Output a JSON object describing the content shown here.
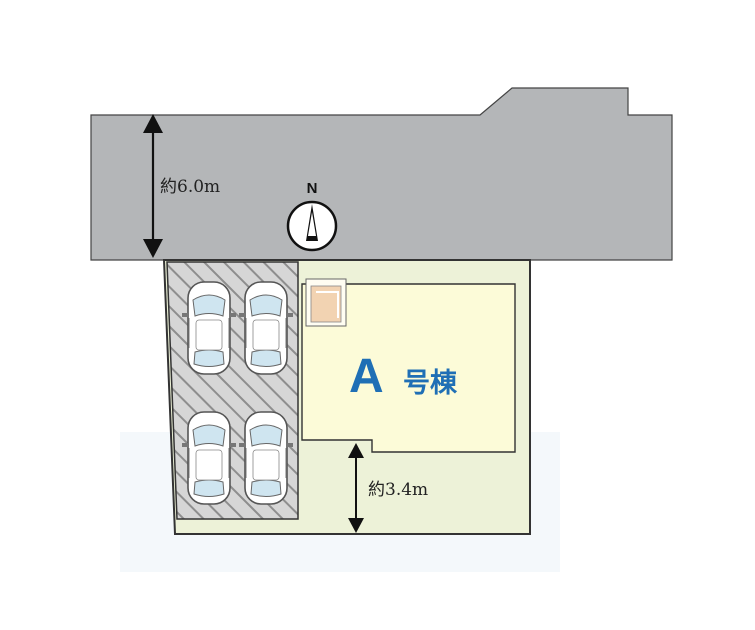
{
  "labels": {
    "road_width": "約6.0m",
    "north": "N",
    "building_letter": "A",
    "building_suffix": "号棟",
    "setback": "約3.4m"
  },
  "colors": {
    "road": "#b4b6b8",
    "lot": "#edf2d8",
    "building": "#fcfbd8",
    "hatch": "#9a9a9a",
    "label_blue": "#1f6fb5",
    "car_glass": "#cfe5f0"
  }
}
